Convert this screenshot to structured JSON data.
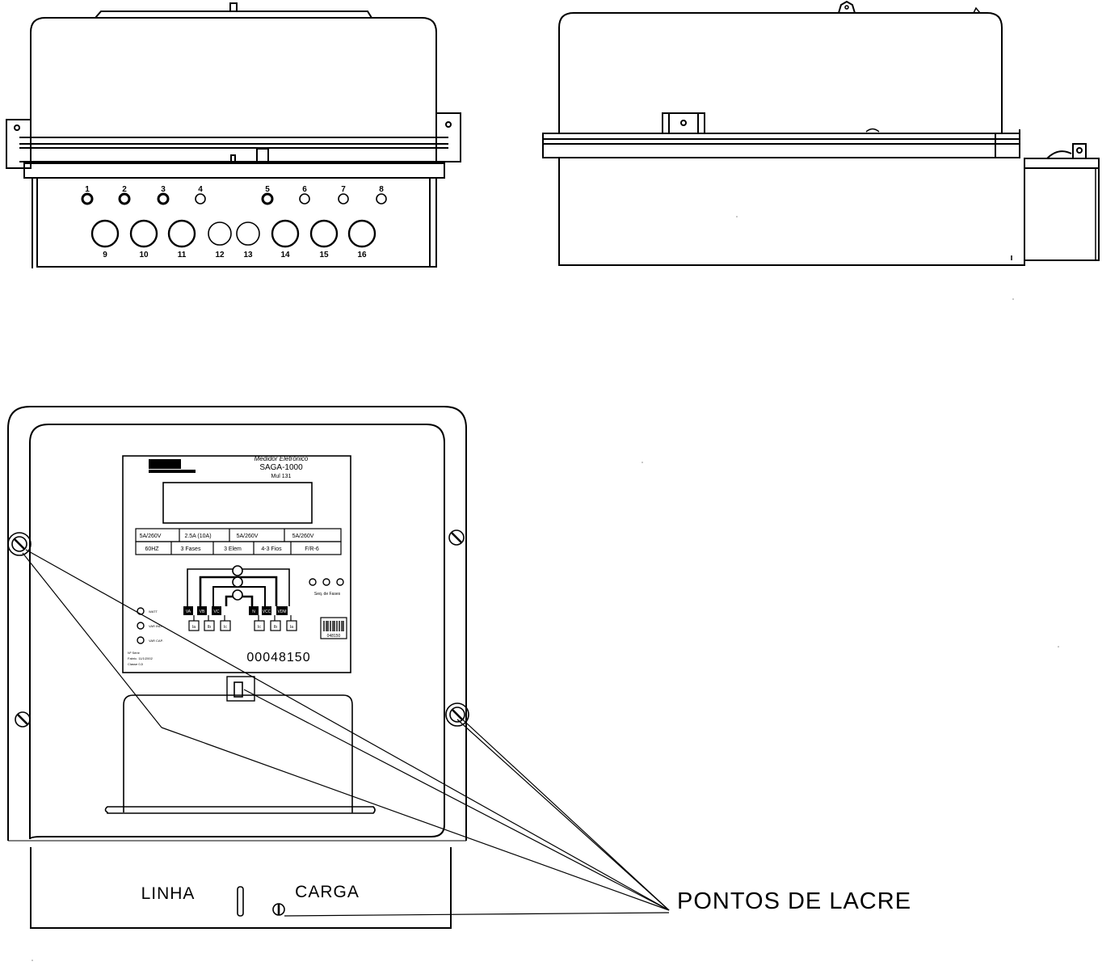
{
  "diagram": {
    "top_view_terminals": {
      "small": [
        "1",
        "2",
        "3",
        "4",
        "5",
        "6",
        "7",
        "8"
      ],
      "large": [
        "9",
        "10",
        "11",
        "12",
        "13",
        "14",
        "15",
        "16"
      ]
    },
    "front_panel": {
      "header_line1": "Medidor Eletrônico",
      "header_line2": "SAGA-1000",
      "header_line3": "Mul 131",
      "spec_row1": [
        "5A/260V",
        "2.5A (10A)",
        "5A/260V",
        "5A/260V"
      ],
      "spec_row2": [
        "60HZ",
        "3 Fases",
        "3 Elem",
        "4-3 Fios",
        "F/R-6"
      ],
      "terminal_top": [
        "VA",
        "VB",
        "VC",
        "N",
        "VCC",
        "VDM"
      ],
      "terminal_bottom": [
        "Ia",
        "Ib",
        "Ic",
        "Ic",
        "Ib",
        "Ia"
      ],
      "leds_left": [
        "WATT",
        "VAR IND.",
        "VAR CAP."
      ],
      "leds_right_label": "Seq. de Fases",
      "barcode_label": "048150",
      "serial": "00048150",
      "footnote": [
        "Nº Série",
        "Fabric. 11/1/2002",
        "Classe 0,5"
      ]
    },
    "terminal_cover": {
      "left_label": "LINHA",
      "right_label": "CARGA"
    },
    "callout": "PONTOS DE LACRE"
  }
}
